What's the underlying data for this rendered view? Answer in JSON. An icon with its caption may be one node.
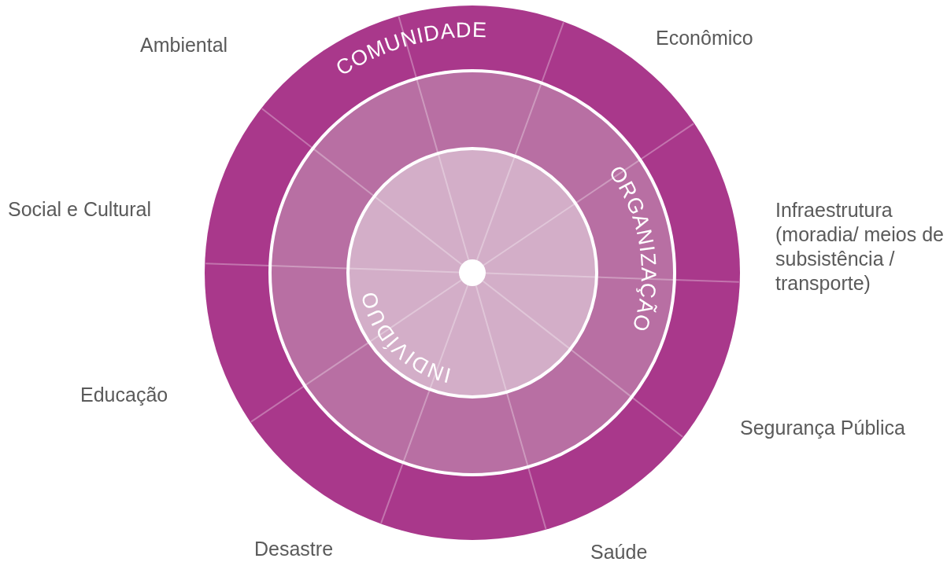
{
  "diagram": {
    "nodes": [
      {
        "text": [
          "COMUNIDADE"
        ]
      },
      {
        "text": [
          "ORGANIZAÇÃO"
        ],
        "in": 0
      },
      {
        "text": [
          "INDIVÍDUO"
        ],
        "in": 1
      },
      {
        "text": [],
        "shape": "circle",
        "in": 2
      }
    ],
    "labels": [
      "Ambiental",
      "Econômico",
      "Social e Cultural",
      "Infraestrutura (moradia/ meios de subsistência / transporte)",
      "Educação",
      "Segurança Pública",
      "Desastre",
      "Saúde"
    ]
  }
}
